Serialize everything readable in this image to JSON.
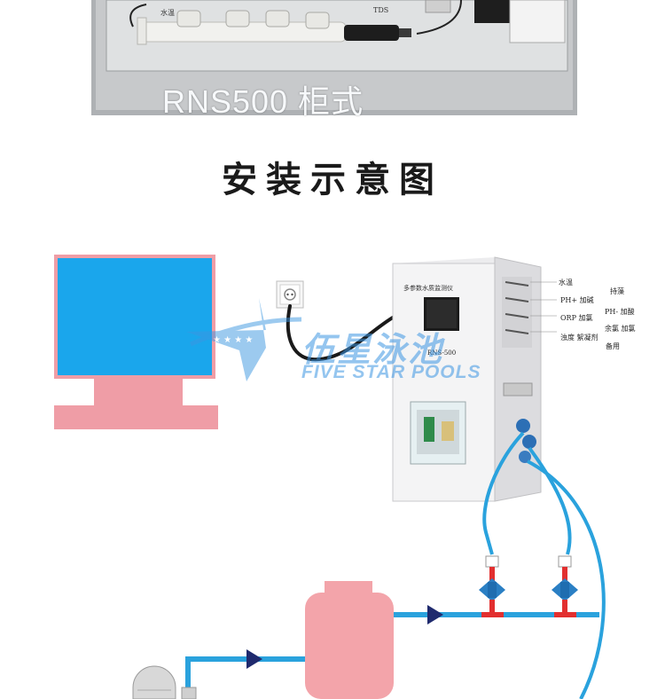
{
  "photo": {
    "caption": "RNS500 柜式",
    "labels": {
      "water_temp": "水温",
      "tds": "TDS"
    }
  },
  "title": "安装示意图",
  "watermark": {
    "cn": "伍星泳池",
    "en": "FIVE STAR POOLS"
  },
  "analyzer": {
    "panel_title": "多参数水质监测仪",
    "model": "RNS-500",
    "labels": [
      "水温",
      "持藻",
      "PH+ 加碱",
      "PH- 加酸",
      "ORP 加氯",
      "余氯 加氯",
      "浊度 絮凝剂",
      "备用"
    ]
  },
  "colors": {
    "monitor_screen": "#1aa6ec",
    "monitor_frame": "#ef9da6",
    "tank": "#f3a4aa",
    "pipe_blue": "#2aa2dd",
    "pipe_red": "#e22f2f",
    "arrow": "#1f2a6e",
    "watermark": "#3c96e1"
  },
  "icons": [
    "power-socket-icon",
    "flow-arrow-icon",
    "sampling-valve-icon",
    "watermark-star-logo-icon"
  ]
}
